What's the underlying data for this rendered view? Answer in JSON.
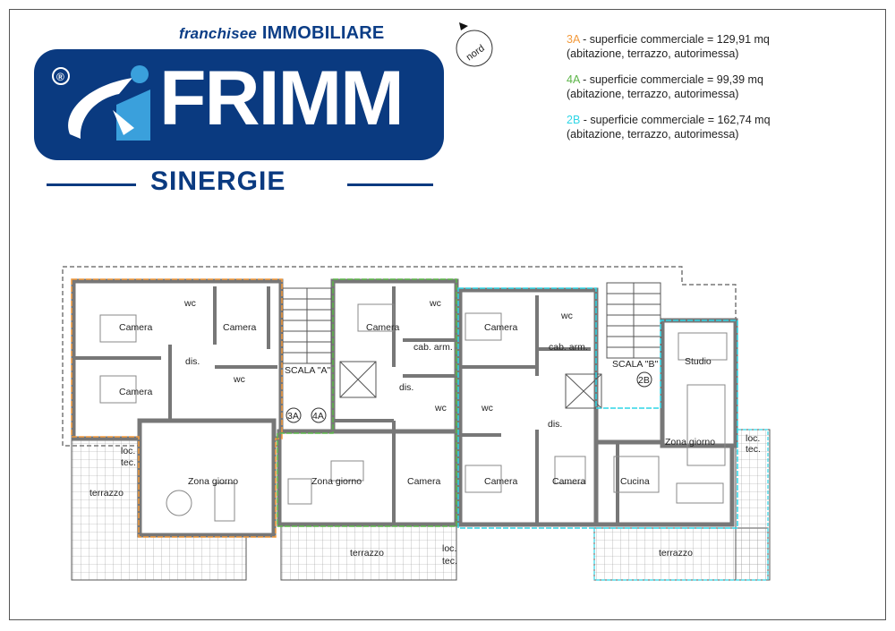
{
  "logo": {
    "franchisee": "franchisee",
    "immobiliare": "IMMOBILIARE",
    "brand": "FRIMM",
    "subbrand": "SINERGIE",
    "registered": "®"
  },
  "compass": {
    "label": "nord"
  },
  "legend": [
    {
      "code": "3A",
      "color": "#f39a3c",
      "text": " - superficie commerciale = 129,91 mq",
      "detail": "(abitazione, terrazzo, autorimessa)"
    },
    {
      "code": "4A",
      "color": "#5cb548",
      "text": " - superficie commerciale = 99,39 mq",
      "detail": "(abitazione, terrazzo, autorimessa)"
    },
    {
      "code": "2B",
      "color": "#2fd6e6",
      "text": " - superficie commerciale = 162,74 mq",
      "detail": "(abitazione, terrazzo, autorimessa)"
    }
  ],
  "plan": {
    "unit3A": {
      "camera1": "Camera",
      "wc": "wc",
      "camera2": "Camera",
      "dis": "dis.",
      "camera3": "Camera",
      "wc2": "wc",
      "loc": "loc.",
      "tec": "tec.",
      "terrazzo": "terrazzo",
      "zona_giorno": "Zona giorno"
    },
    "scalaA": {
      "label": "SCALA \"A\"",
      "badge3": "3A",
      "badge4": "4A"
    },
    "unit4A": {
      "camera1": "Camera",
      "wc": "wc",
      "cab": "cab. arm.",
      "dis": "dis.",
      "wc2": "wc",
      "zona_giorno": "Zona giorno",
      "camera2": "Camera",
      "terrazzo": "terrazzo",
      "loc": "loc.",
      "tec": "tec."
    },
    "unit2B": {
      "camera1": "Camera",
      "wc": "wc",
      "cab": "cab. arm.",
      "wc2": "wc",
      "dis": "dis.",
      "camera2": "Camera",
      "camera3": "Camera",
      "studio": "Studio",
      "zona_giorno": "Zona giorno",
      "loc": "loc.",
      "tec": "tec.",
      "cucina": "Cucina",
      "terrazzo": "terrazzo"
    },
    "scalaB": {
      "label": "SCALA \"B\"",
      "badge": "2B"
    }
  }
}
